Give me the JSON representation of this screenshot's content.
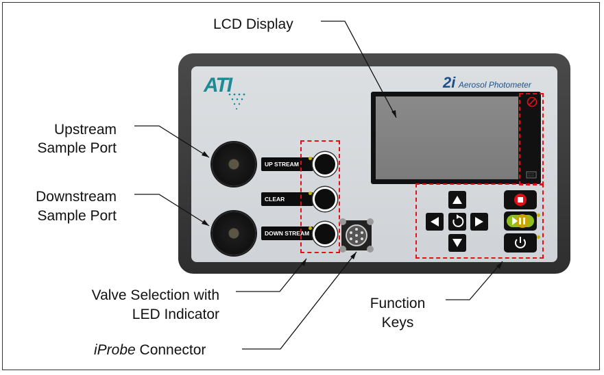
{
  "labels": {
    "lcd_display": "LCD Display",
    "upstream_line1": "Upstream",
    "upstream_line2": "Sample Port",
    "downstream_line1": "Downstream",
    "downstream_line2": "Sample Port",
    "valve_line1": "Valve Selection with",
    "valve_line2": "LED Indicator",
    "iprobe_italic": "iProbe",
    "iprobe_rest": " Connector",
    "function_line1": "Function",
    "function_line2": "Keys"
  },
  "device": {
    "logo": "ATI",
    "model": "2i",
    "product": "Aerosol Photometer",
    "valve_buttons": [
      "UP STREAM",
      "CLEAR",
      "DOWN STREAM"
    ]
  },
  "icons": {
    "arrows": [
      "up-arrow-icon",
      "left-arrow-icon",
      "refresh-icon",
      "right-arrow-icon",
      "down-arrow-icon"
    ],
    "function": [
      "stop-icon",
      "play-pause-icon",
      "power-icon"
    ]
  },
  "colors": {
    "highlight_dash": "#e0101a",
    "play_button": "#8fbf1f",
    "brand": "#1b4f8a",
    "logo": "#1d8a96",
    "led": "#c8b400"
  }
}
